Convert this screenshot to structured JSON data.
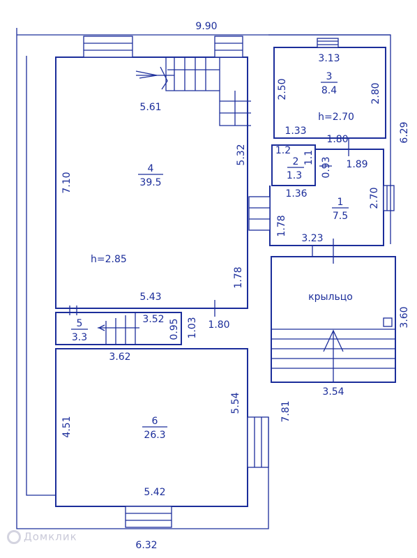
{
  "dimensions": {
    "top_width": "9.90",
    "bottom_width": "6.32",
    "right_height": "6.29",
    "porch_height": "3.60",
    "lower_right_height": "7.81"
  },
  "rooms": [
    {
      "id": "1",
      "area": "7.5",
      "dims": [
        "1.36",
        "2.70",
        "1.78",
        "3.23"
      ]
    },
    {
      "id": "2",
      "area": "1.3",
      "dims": [
        "1.2",
        "1.1",
        "0.93"
      ]
    },
    {
      "id": "3",
      "area": "8.4",
      "height": "h=2.70",
      "dims": [
        "3.13",
        "2.50",
        "2.80",
        "1.33",
        "1.80",
        "1.89"
      ]
    },
    {
      "id": "4",
      "area": "39.5",
      "height": "h=2.85",
      "dims": [
        "5.61",
        "5.32",
        "7.10",
        "5.43",
        "1.78"
      ]
    },
    {
      "id": "5",
      "area": "3.3",
      "dims": [
        "3.52",
        "0.95",
        "1.03",
        "1.80",
        "3.62"
      ]
    },
    {
      "id": "6",
      "area": "26.3",
      "dims": [
        "5.54",
        "4.51",
        "5.42"
      ]
    }
  ],
  "porch": {
    "label": "крыльцо",
    "width": "3.54"
  },
  "watermark": {
    "text": "Домклик",
    "icon": "domclick-logo-icon"
  },
  "colors": {
    "lines": "#1b2d9a",
    "background": "#ffffff"
  }
}
